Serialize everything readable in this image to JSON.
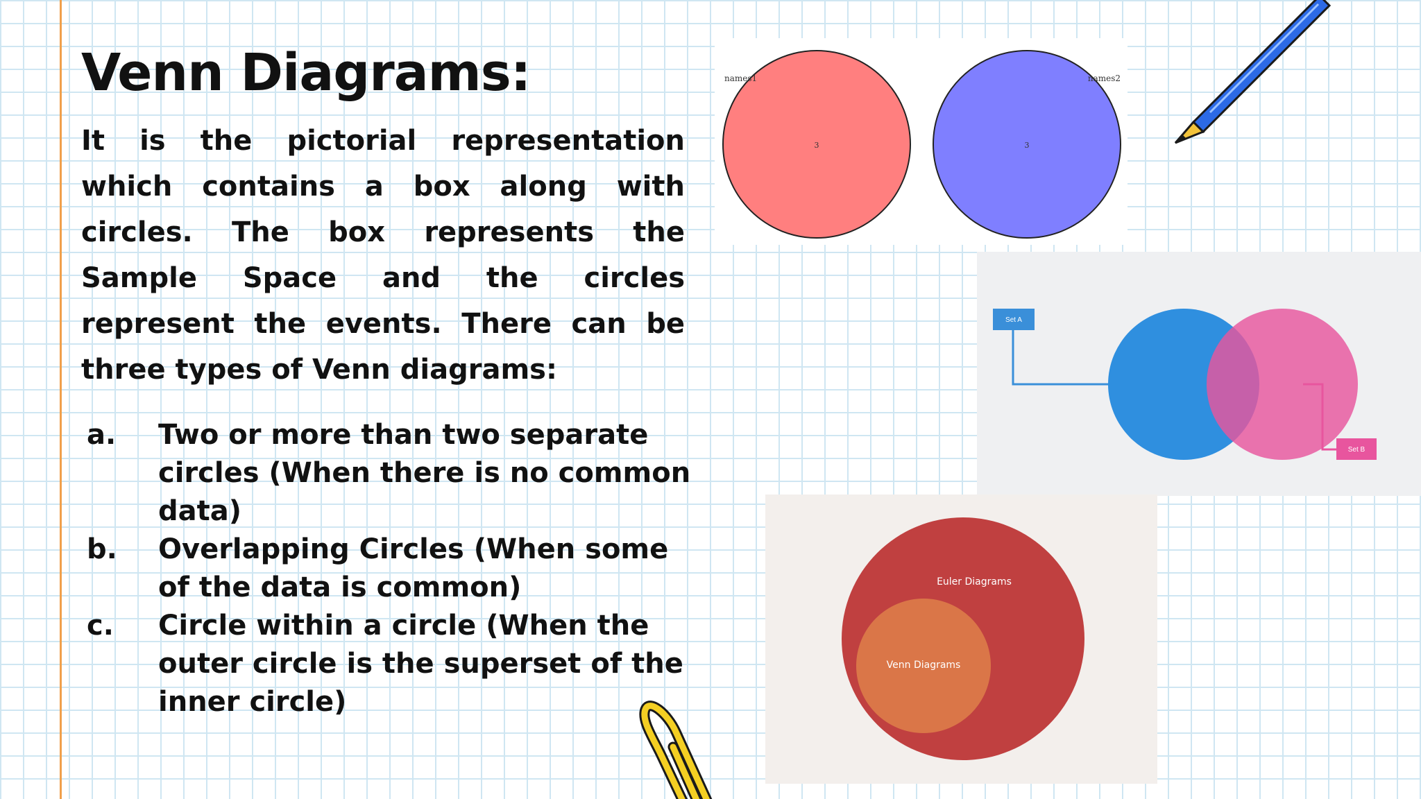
{
  "slide": {
    "title": "Venn Diagrams:",
    "intro": "It is the pictorial representation which contains a box along with circles. The box represents the Sample Space and the circles represent the events. There can be three types of Venn diagrams:",
    "types": [
      {
        "marker": "a.",
        "text": "Two or more than two separate circles (When there is no common data)"
      },
      {
        "marker": "b.",
        "text": "Overlapping Circles (When some of the data is common)"
      },
      {
        "marker": "c.",
        "text": "Circle within a circle (When the outer circle is the superset of the inner circle)"
      }
    ]
  },
  "figures": {
    "separate": {
      "label_left": "names1",
      "label_right": "names2",
      "value_left": "3",
      "value_right": "3"
    },
    "overlapping": {
      "set_a": "Set A",
      "set_b": "Set B"
    },
    "nested": {
      "outer": "Euler Diagrams",
      "inner": "Venn Diagrams"
    }
  },
  "colors": {
    "margin_line": "#f0a04b",
    "grid": "#cfe6f2",
    "red_circle": "#ff7f7f",
    "blue_circle": "#7f7fff",
    "set_a_blue": "#2f8fdf",
    "set_b_pink": "#e8559e",
    "euler_red": "#c04040",
    "venn_orange": "#da7648"
  },
  "icons": [
    "pencil-icon",
    "paperclip-icon"
  ]
}
